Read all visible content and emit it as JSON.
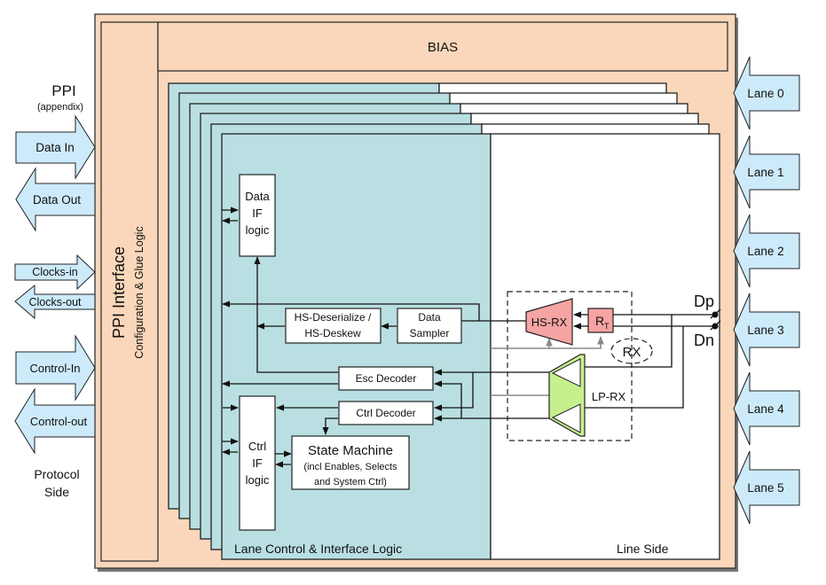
{
  "diagram": {
    "left": {
      "title": "PPI",
      "subtitle": "(appendix)",
      "arrows": [
        {
          "label": "Data In",
          "direction": "in"
        },
        {
          "label": "Data Out",
          "direction": "out"
        },
        {
          "label": "Clocks-in",
          "direction": "in"
        },
        {
          "label": "Clocks-out",
          "direction": "out"
        },
        {
          "label": "Control-In",
          "direction": "in"
        },
        {
          "label": "Control-out",
          "direction": "out"
        }
      ],
      "footer_line1": "Protocol",
      "footer_line2": "Side"
    },
    "ppi_interface": {
      "title": "PPI Interface",
      "subtitle": "Configuration & Glue Logic"
    },
    "bias": {
      "label": "BIAS"
    },
    "lane_stack_count": 6,
    "lane_control": {
      "label": "Lane Control & Interface Logic",
      "blocks": {
        "data_if": [
          "Data",
          "IF",
          "logic"
        ],
        "ctrl_if": [
          "Ctrl",
          "IF",
          "logic"
        ],
        "hs_deserialize": [
          "HS-Deserialize /",
          "HS-Deskew"
        ],
        "data_sampler": [
          "Data",
          "Sampler"
        ],
        "esc_decoder": "Esc Decoder",
        "ctrl_decoder": "Ctrl Decoder",
        "state_machine": {
          "title": "State Machine",
          "line1": "(incl Enables, Selects",
          "line2": "and System Ctrl)"
        }
      }
    },
    "line_side": {
      "label": "Line Side",
      "hs_rx": "HS-RX",
      "rt": "R",
      "rt_sub": "T",
      "rx": "RX",
      "lp_rx": "LP-RX",
      "dp": "Dp",
      "dn": "Dn"
    },
    "right": {
      "lanes": [
        "Lane 0",
        "Lane 1",
        "Lane 2",
        "Lane 3",
        "Lane 4",
        "Lane 5"
      ]
    },
    "colors": {
      "peach": "#fad7ba",
      "teal": "#b9dfe2",
      "arrow_fill": "#cdeafb",
      "hs_rx_fill": "#f6a3a3",
      "lp_rx_fill": "#c6f08e"
    }
  }
}
